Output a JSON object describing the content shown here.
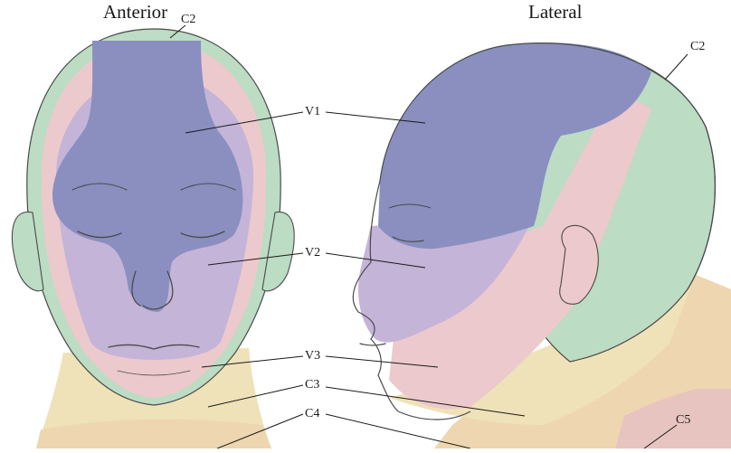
{
  "titles": {
    "anterior": "Anterior",
    "lateral": "Lateral"
  },
  "labels": {
    "c2_anterior": "C2",
    "c2_lateral": "C2",
    "v1": "V1",
    "v2": "V2",
    "v3": "V3",
    "c3": "C3",
    "c4": "C4",
    "c5": "C5"
  },
  "colors": {
    "v1": "#8a8fc0",
    "v2": "#c4b4d8",
    "v3": "#ecc9cc",
    "c2": "#bcdcc4",
    "c3": "#efe2b8",
    "c4": "#eed6b0",
    "c5": "#e8c4c0",
    "outline": "#4a4a4a"
  }
}
